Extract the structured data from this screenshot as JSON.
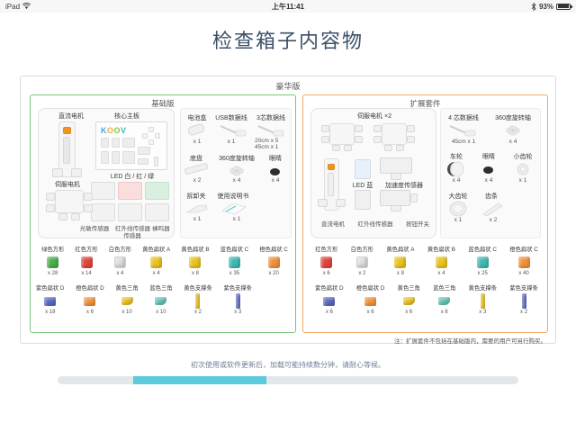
{
  "statusbar": {
    "device": "iPad",
    "wifi_icon": "wifi-icon",
    "time": "上午11:41",
    "bluetooth_icon": "bluetooth-icon",
    "battery_percent": "93%",
    "battery_icon": "battery-icon"
  },
  "page": {
    "title": "检查箱子内容物"
  },
  "deluxe": {
    "label": "豪华版",
    "note": "注：扩展套件不包括在基础版内，需要的用户可另行购买。"
  },
  "basic": {
    "label": "基础版",
    "devices": {
      "dc_motor": "直流电机",
      "core_board": "核心主板",
      "board_logo": "KOOV",
      "led": "LED 白 / 红 / 绿",
      "servo_motor": "伺服电机",
      "light_sensor": "光敏传感器",
      "ir_sensor": "红外线传感器",
      "buzzer": "蜂鸣器",
      "sensor_suffix": "传感器"
    },
    "accessories": [
      {
        "name": "电池盒",
        "qty": "x 1",
        "icon": "battery-box-icon"
      },
      {
        "name": "USB数据线",
        "qty": "x 1",
        "icon": "usb-cable-icon"
      },
      {
        "name": "3芯数据线",
        "qty": "20cm x 5\n45cm x 1",
        "qty1": "20cm x 5",
        "qty2": "45cm x 1",
        "icon": "3pin-cable-icon"
      },
      {
        "name": "底盘",
        "qty": "x 2",
        "icon": "chassis-icon"
      },
      {
        "name": "360度旋转轴",
        "qty": "x 4",
        "icon": "rotary-axis-icon"
      },
      {
        "name": "眼睛",
        "qty": "x 4",
        "icon": "eye-icon"
      },
      {
        "name": "拆卸夹",
        "qty": "x 1",
        "icon": "removal-clip-icon"
      },
      {
        "name": "使用说明书",
        "qty": "x 1",
        "icon": "manual-icon"
      }
    ],
    "blocks_row1": [
      {
        "name": "绿色方形",
        "qty": "x 28",
        "shape": "cube",
        "color": "#4aad4a"
      },
      {
        "name": "红色方形",
        "qty": "x 14",
        "shape": "cube",
        "color": "#e0443c"
      },
      {
        "name": "白色方形",
        "qty": "x 4",
        "shape": "cube",
        "color": "#dcdcdc"
      },
      {
        "name": "黄色扁状 A",
        "qty": "x 4",
        "shape": "cube",
        "color": "#e8c21f"
      },
      {
        "name": "黄色扁状 B",
        "qty": "x 8",
        "shape": "cube",
        "color": "#e8c21f"
      },
      {
        "name": "蓝色扁状 C",
        "qty": "x 35",
        "shape": "cube",
        "color": "#3fb9b0"
      },
      {
        "name": "橙色扁状 C",
        "qty": "x 20",
        "shape": "cube",
        "color": "#f0913a"
      }
    ],
    "blocks_row2": [
      {
        "name": "紫色扁状 D",
        "qty": "x 18",
        "shape": "flat",
        "color": "#5a68c0"
      },
      {
        "name": "橙色扁状 D",
        "qty": "x 6",
        "shape": "flat",
        "color": "#f0913a"
      },
      {
        "name": "黄色三角",
        "qty": "x 10",
        "shape": "tri",
        "color": "#e8c21f"
      },
      {
        "name": "蓝色三角",
        "qty": "x 10",
        "shape": "tri",
        "color": "#62c3b6"
      },
      {
        "name": "黄色支撑条",
        "qty": "x 2",
        "shape": "bar",
        "color": "#e8c21f"
      },
      {
        "name": "紫色支撑条",
        "qty": "x 3",
        "shape": "bar",
        "color": "#5a68c0"
      }
    ]
  },
  "extension": {
    "label": "扩展套件",
    "devices": {
      "servo_motor": "伺服电机 ×2",
      "dc_motor": "直流电机",
      "led_blue": "LED 蓝",
      "accel_sensor": "加速度传感器",
      "ir_sensor": "红外线传感器",
      "button_switch": "按钮开关"
    },
    "accessories": [
      {
        "name": "4 芯数据线",
        "qty": "45cm x 1",
        "icon": "4pin-cable-icon"
      },
      {
        "name": "360度旋转轴",
        "qty": "x 4",
        "icon": "rotary-axis-icon"
      },
      {
        "name": "车轮",
        "qty": "x 4",
        "icon": "wheel-icon"
      },
      {
        "name": "眼睛",
        "qty": "x 4",
        "icon": "eye-icon"
      },
      {
        "name": "小齿轮",
        "qty": "x 1",
        "icon": "small-gear-icon"
      },
      {
        "name": "大齿轮",
        "qty": "x 1",
        "icon": "large-gear-icon"
      },
      {
        "name": "齿条",
        "qty": "x 2",
        "icon": "gear-rack-icon"
      }
    ],
    "blocks_row1": [
      {
        "name": "红色方形",
        "qty": "x 6",
        "shape": "cube",
        "color": "#e0443c"
      },
      {
        "name": "白色方形",
        "qty": "x 2",
        "shape": "cube",
        "color": "#dcdcdc"
      },
      {
        "name": "黄色扁状 A",
        "qty": "x 8",
        "shape": "cube",
        "color": "#e8c21f"
      },
      {
        "name": "黄色扁状 B",
        "qty": "x 4",
        "shape": "cube",
        "color": "#e8c21f"
      },
      {
        "name": "蓝色扁状 C",
        "qty": "x 25",
        "shape": "cube",
        "color": "#3fb9b0"
      },
      {
        "name": "橙色扁状 C",
        "qty": "x 40",
        "shape": "cube",
        "color": "#f0913a"
      }
    ],
    "blocks_row2": [
      {
        "name": "紫色扁状 D",
        "qty": "x 6",
        "shape": "flat",
        "color": "#5a68c0"
      },
      {
        "name": "橙色扁状 D",
        "qty": "x 6",
        "shape": "flat",
        "color": "#f0913a"
      },
      {
        "name": "黄色三角",
        "qty": "x 6",
        "shape": "tri",
        "color": "#e8c21f"
      },
      {
        "name": "蓝色三角",
        "qty": "x 6",
        "shape": "tri",
        "color": "#62c3b6"
      },
      {
        "name": "黄色支撑条",
        "qty": "x 3",
        "shape": "bar",
        "color": "#e8c21f"
      },
      {
        "name": "紫色支撑条",
        "qty": "x 2",
        "shape": "bar",
        "color": "#5a68c0"
      }
    ]
  },
  "footer": {
    "loading_text": "初次使用或软件更新后，加载可能持续数分钟，请耐心等候。",
    "progress_color": "#5cc9dd",
    "progress_track_color": "#e2e8ea"
  },
  "colors": {
    "title": "#3c5068",
    "basic_border": "#7bc67b",
    "deluxe_border": "#f0a860"
  }
}
